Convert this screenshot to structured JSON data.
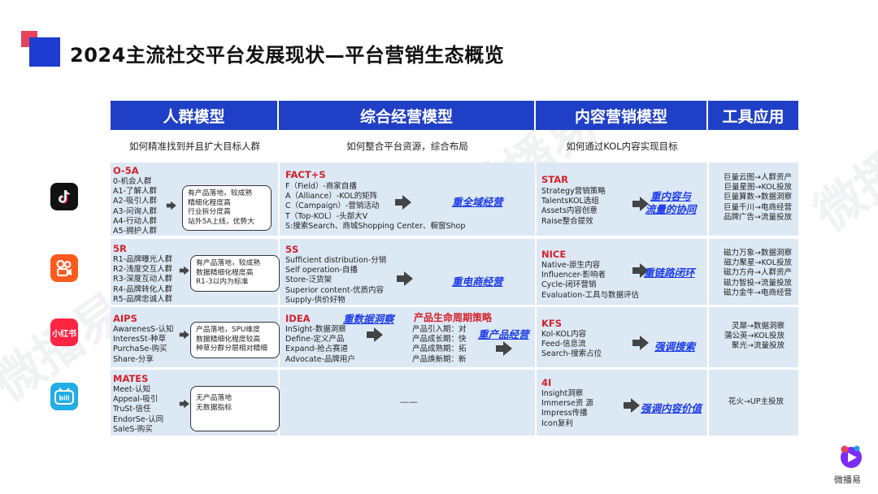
{
  "page_title": "2024主流社交平台发展现状—平台营销生态概览",
  "headers": [
    "人群模型",
    "综合经营模型",
    "内容营销模型",
    "工具应用"
  ],
  "subheaders": [
    "如何精准找到并且扩大目标人群",
    "如何整合平台资源，综合布局",
    "如何通过KOL内容实现目标"
  ],
  "rows": [
    {
      "platform": "抖音",
      "crowd": {
        "title": "O-5A",
        "items": [
          "0-机会人群",
          "A1-了解人群",
          "A2-吸引人群",
          "A3-问询人群",
          "A4-行动人群",
          "A5-拥护人群"
        ],
        "bubble": [
          "有产品落地，较成熟",
          "精细化程度高",
          "行业拆分度高",
          "站外5A上线，优势大"
        ]
      },
      "ops": {
        "title": "FACT+S",
        "items": [
          "F（Field）-商家自播",
          "A（Alliance）-KOL的矩阵",
          "C（Campaign）-营销活动",
          "T（Top-KOL）-头部大V",
          "S:搜索Search、商城Shopping Center、橱窗Shop"
        ],
        "slogan": "重全域经营"
      },
      "content": {
        "title": "STAR",
        "items": [
          "Strategy营销策略",
          "TalentsKOL选组",
          "Assets内容创意",
          "Raise整合提效"
        ],
        "slogan": [
          "重内容与",
          "流量的协同"
        ]
      },
      "tools": [
        "巨量云图→人群资产",
        "巨量星图→KOL投放",
        "巨量算数→数据洞察",
        "巨量千川→电商经营",
        "品牌广告→流量投放"
      ]
    },
    {
      "platform": "快手",
      "crowd": {
        "title": "5R",
        "items": [
          "R1-品牌曝光人群",
          "R2-浅度交互人群",
          "R3-深度互动人群",
          "R4-品牌转化人群",
          "R5-品牌忠诚人群"
        ],
        "bubble": [
          "有产品落地，较成熟",
          "数据精细化程度高",
          "R1-3以内为标准"
        ]
      },
      "ops": {
        "title": "5S",
        "items": [
          "Sufficient distribution-分销",
          "Self operation-自播",
          "Store-泛货架",
          "Superior content-优质内容",
          "Supply-供价好物"
        ],
        "slogan": "重电商经营"
      },
      "content": {
        "title": "NICE",
        "items": [
          "Native-原生内容",
          "Influencer-影响者",
          "Cycle-闭环营销",
          "Evaluation-工具与数据评估"
        ],
        "slogan": [
          "重链路闭环"
        ]
      },
      "tools": [
        "磁力万象→数据洞察",
        "磁力聚星→KOL投放",
        "磁力方舟→人群资产",
        "磁力智投→流量投放",
        "磁力金牛→电商经营"
      ]
    },
    {
      "platform": "小红书",
      "crowd": {
        "title": "AIPS",
        "items": [
          "AwarenesS-认知",
          "InteresSt-种草",
          "PurchaSe-购买",
          "Share-分享"
        ],
        "bubble": [
          "产品落地，SPU维度",
          "数据精细化程度较高",
          "种草分群分层相对精细"
        ]
      },
      "ops": {
        "title": "IDEA",
        "items": [
          "InSight-数据洞察",
          "Define-定义产品",
          "Expand-抢占赛道",
          "Advocate-品牌用户"
        ],
        "slogan": "重数据洞察",
        "lifecycle_title": "产品生命周期策略",
        "lifecycle": [
          "产品引入期：对",
          "产品成长期：快",
          "产品成熟期：拓",
          "产品焕新期：新"
        ],
        "slogan2": "重产品经营"
      },
      "content": {
        "title": "KFS",
        "items": [
          "Kol-KOL内容",
          "Feed-信息流",
          "Search-搜索占位"
        ],
        "slogan": [
          "强调搜索"
        ]
      },
      "tools": [
        "灵犀→数据洞察",
        "蒲公英→KOL投放",
        "聚光→流量投放"
      ]
    },
    {
      "platform": "哔哩哔哩",
      "crowd": {
        "title": "MATES",
        "items": [
          "Meet-认知",
          "Appeal-吸引",
          "TruSt-信任",
          "EndorSe-认同",
          "SaleS-购买"
        ],
        "bubble": [
          "无产品落地",
          "无数据指标"
        ]
      },
      "ops": {
        "empty": "——"
      },
      "content": {
        "title": "4I",
        "items": [
          "Insight洞察",
          "Immerse资 源",
          "Impress传播",
          "Icon复利"
        ],
        "slogan": [
          "强调内容价值"
        ]
      },
      "tools": [
        "花火→UP主投放"
      ]
    }
  ],
  "brand_name": "微播易",
  "watermark": "微播易",
  "colors": {
    "header": "#1f40c6",
    "cell_bg": "#dde8f5",
    "title_red": "#d1222a",
    "slogan_blue": "#1a3be8",
    "accent_red": "#e8425b"
  }
}
